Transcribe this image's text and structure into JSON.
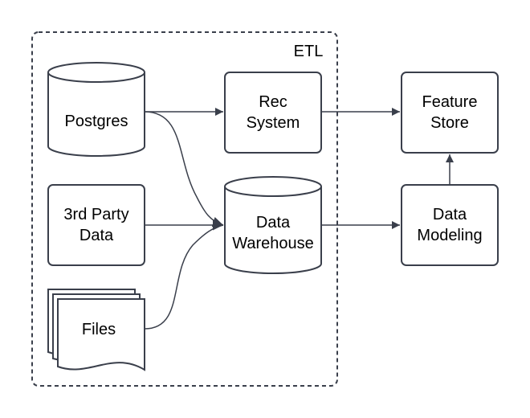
{
  "etl_group": {
    "label": "ETL"
  },
  "nodes": {
    "postgres": {
      "label": "Postgres"
    },
    "third_party": {
      "line1": "3rd Party",
      "line2": "Data"
    },
    "files": {
      "label": "Files"
    },
    "rec_system": {
      "line1": "Rec",
      "line2": "System"
    },
    "data_warehouse": {
      "line1": "Data",
      "line2": "Warehouse"
    },
    "feature_store": {
      "line1": "Feature",
      "line2": "Store"
    },
    "data_modeling": {
      "line1": "Data",
      "line2": "Modeling"
    }
  },
  "colors": {
    "stroke": "#3a3f4b",
    "text": "#000000",
    "background": "#ffffff"
  }
}
